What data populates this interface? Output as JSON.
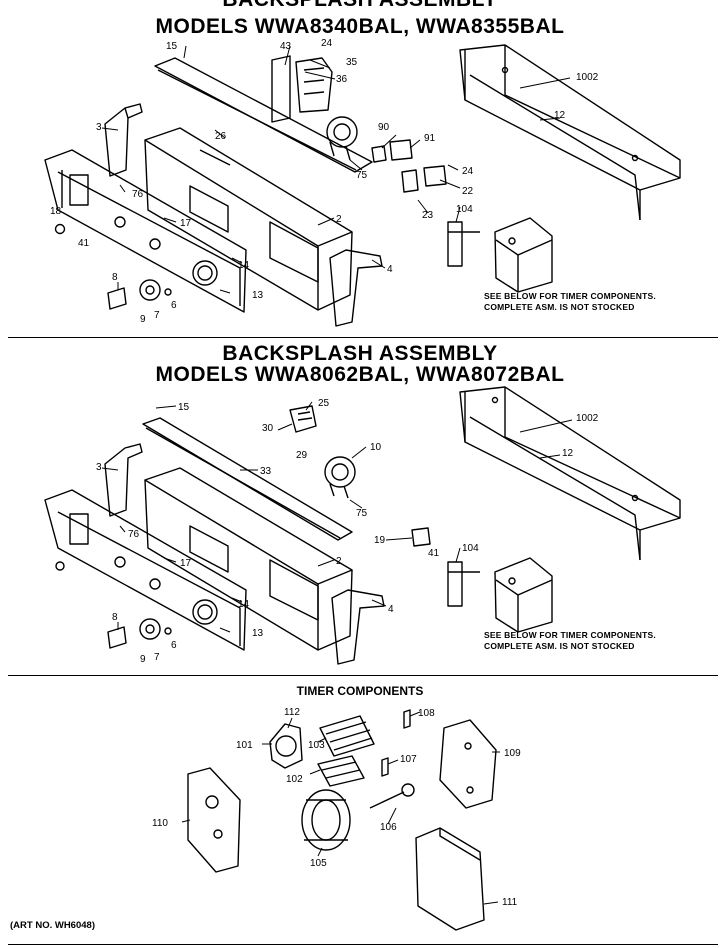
{
  "section1": {
    "title_line1": "BACKSPLASH ASSEMBLY",
    "title_line2": "MODELS  WWA8340BAL, WWA8355BAL",
    "note_line1": "SEE BELOW FOR TIMER COMPONENTS.",
    "note_line2": "COMPLETE ASM. IS NOT STOCKED",
    "callouts": {
      "c15": "15",
      "c43": "43",
      "c24a": "24",
      "c35": "35",
      "c36": "36",
      "c1002": "1002",
      "c12": "12",
      "c3": "3",
      "c26": "26",
      "c90": "90",
      "c91": "91",
      "c75": "75",
      "c24b": "24",
      "c22": "22",
      "c76": "76",
      "c18": "18",
      "c41": "41",
      "c17": "17",
      "c2": "2",
      "c23": "23",
      "c104": "104",
      "c14": "14",
      "c4": "4",
      "c8": "8",
      "c13": "13",
      "c9": "9",
      "c7": "7",
      "c6": "6"
    }
  },
  "section2": {
    "title_line1": "BACKSPLASH ASSEMBLY",
    "title_line2": "MODELS  WWA8062BAL,  WWA8072BAL",
    "note_line1": "SEE BELOW FOR TIMER COMPONENTS.",
    "note_line2": "COMPLETE ASM. IS NOT STOCKED",
    "callouts": {
      "c15": "15",
      "c25": "25",
      "c1002": "1002",
      "c30": "30",
      "c29": "29",
      "c12": "12",
      "c3": "3",
      "c33": "33",
      "c10": "10",
      "c75": "75",
      "c76": "76",
      "c19": "19",
      "c41": "41",
      "c104": "104",
      "c17": "17",
      "c2": "2",
      "c14": "14",
      "c4": "4",
      "c8": "8",
      "c13": "13",
      "c9": "9",
      "c7": "7",
      "c6": "6"
    }
  },
  "section3": {
    "title": "TIMER COMPONENTS",
    "callouts": {
      "c112": "112",
      "c108": "108",
      "c101": "101",
      "c103": "103",
      "c109": "109",
      "c107": "107",
      "c102": "102",
      "c110": "110",
      "c106": "106",
      "c105": "105",
      "c111": "111"
    }
  },
  "footer": {
    "art_no": "(ART NO. WH6048)"
  }
}
